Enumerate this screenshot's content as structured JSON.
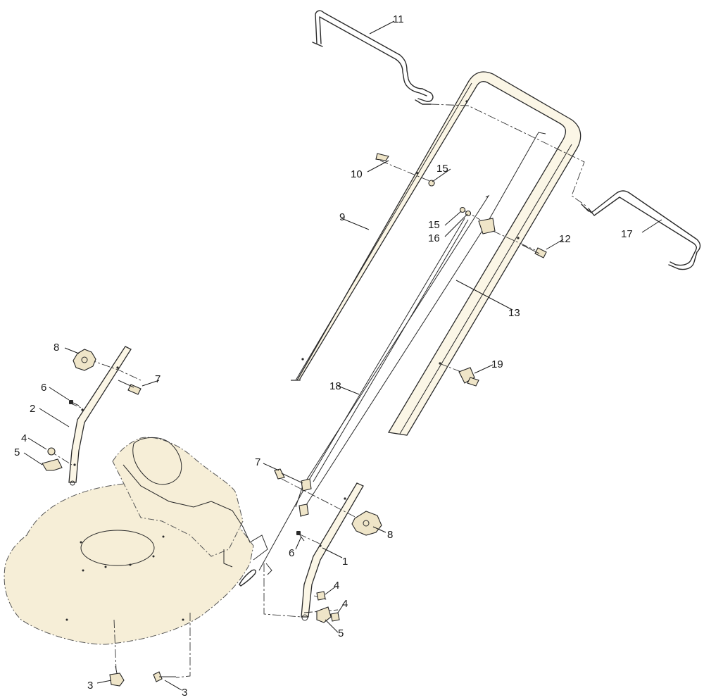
{
  "diagram": {
    "callouts": [
      {
        "id": "c11",
        "label": "11"
      },
      {
        "id": "c10",
        "label": "10"
      },
      {
        "id": "c15a",
        "label": "15"
      },
      {
        "id": "c9",
        "label": "9"
      },
      {
        "id": "c15b",
        "label": "15"
      },
      {
        "id": "c16",
        "label": "16"
      },
      {
        "id": "c12",
        "label": "12"
      },
      {
        "id": "c17",
        "label": "17"
      },
      {
        "id": "c13",
        "label": "13"
      },
      {
        "id": "c8a",
        "label": "8"
      },
      {
        "id": "c7a",
        "label": "7"
      },
      {
        "id": "c19",
        "label": "19"
      },
      {
        "id": "c6a",
        "label": "6"
      },
      {
        "id": "c18",
        "label": "18"
      },
      {
        "id": "c2",
        "label": "2"
      },
      {
        "id": "c4a",
        "label": "4"
      },
      {
        "id": "c5a",
        "label": "5"
      },
      {
        "id": "c7b",
        "label": "7"
      },
      {
        "id": "c8b",
        "label": "8"
      },
      {
        "id": "c6b",
        "label": "6"
      },
      {
        "id": "c1",
        "label": "1"
      },
      {
        "id": "c4b",
        "label": "4"
      },
      {
        "id": "c4c",
        "label": "4"
      },
      {
        "id": "c5b",
        "label": "5"
      },
      {
        "id": "c3a",
        "label": "3"
      },
      {
        "id": "c3b",
        "label": "3"
      }
    ]
  }
}
